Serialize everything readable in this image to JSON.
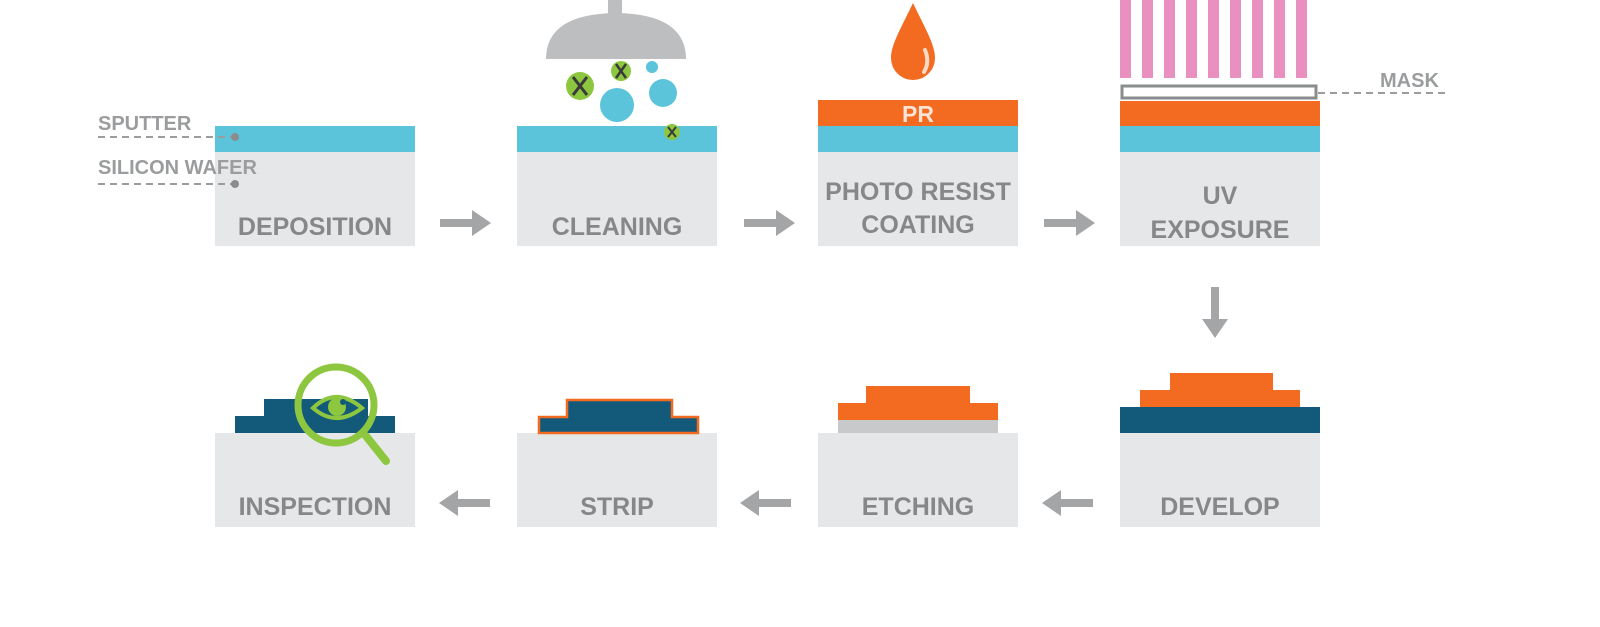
{
  "colors": {
    "box": "#e6e7e8",
    "sputter": "#5bc4db",
    "photoresist": "#f26b21",
    "substrate_dark": "#135a7a",
    "mask_light": "#ea90c0",
    "green": "#8dc63f",
    "gray": "#bcbec0"
  },
  "side_labels": {
    "sputter": "SPUTTER",
    "silicon_wafer": "SILICON WAFER",
    "mask": "MASK",
    "pr": "PR"
  },
  "steps": [
    {
      "line1": "DEPOSITION"
    },
    {
      "line1": "CLEANING"
    },
    {
      "line1": "PHOTO RESIST",
      "line2": "COATING"
    },
    {
      "line1": "UV",
      "line2": "EXPOSURE"
    },
    {
      "line1": "DEVELOP"
    },
    {
      "line1": "ETCHING"
    },
    {
      "line1": "STRIP"
    },
    {
      "line1": "INSPECTION"
    }
  ]
}
